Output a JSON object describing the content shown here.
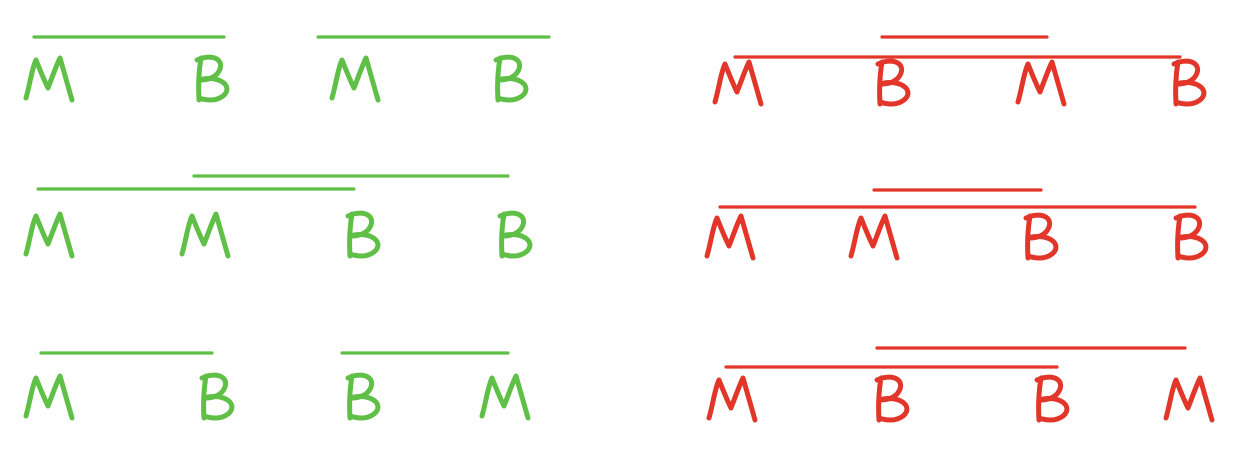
{
  "colors": {
    "valid": "#5fbf46",
    "invalid": "#e2362a",
    "background": "#ffffff"
  },
  "groups": {
    "valid": {
      "color_key": "valid",
      "rows": [
        {
          "letters": [
            "M",
            "B",
            "M",
            "B"
          ],
          "spans": [
            [
              0,
              1
            ],
            [
              2,
              3
            ]
          ]
        },
        {
          "letters": [
            "M",
            "M",
            "B",
            "B"
          ],
          "spans": [
            [
              0,
              2
            ],
            [
              1,
              3
            ]
          ]
        },
        {
          "letters": [
            "M",
            "B",
            "B",
            "M"
          ],
          "spans": [
            [
              0,
              1
            ],
            [
              2,
              3
            ]
          ]
        }
      ]
    },
    "invalid": {
      "color_key": "invalid",
      "rows": [
        {
          "letters": [
            "M",
            "B",
            "M",
            "B"
          ],
          "spans": [
            [
              0,
              3
            ],
            [
              1,
              2
            ]
          ]
        },
        {
          "letters": [
            "M",
            "M",
            "B",
            "B"
          ],
          "spans": [
            [
              0,
              3
            ],
            [
              1,
              2
            ]
          ]
        },
        {
          "letters": [
            "M",
            "B",
            "B",
            "M"
          ],
          "spans": [
            [
              0,
              2
            ],
            [
              1,
              3
            ]
          ]
        }
      ]
    }
  }
}
